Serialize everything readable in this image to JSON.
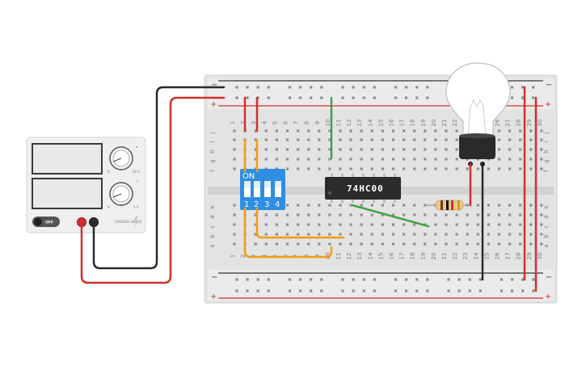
{
  "breadboard": {
    "rows_top": [
      "j",
      "i",
      "h",
      "g",
      "f"
    ],
    "rows_bottom": [
      "e",
      "d",
      "c",
      "b",
      "a"
    ],
    "columns_top": [
      "1",
      "2",
      "3",
      "4",
      "5",
      "6",
      "7",
      "8",
      "9",
      "10",
      "11",
      "12",
      "13",
      "14",
      "15",
      "16",
      "17",
      "18",
      "19",
      "20",
      "21",
      "22",
      "23",
      "24",
      "25",
      "26",
      "27",
      "28",
      "29",
      "30"
    ],
    "columns_bottom": [
      "1",
      "2",
      "3",
      "4",
      "5",
      "6",
      "7",
      "8",
      "9",
      "10",
      "11",
      "12",
      "13",
      "14",
      "15",
      "16",
      "17",
      "18",
      "19",
      "20",
      "21",
      "22",
      "23",
      "24",
      "25",
      "26",
      "27",
      "28",
      "29",
      "30"
    ],
    "rail_minus": "−",
    "rail_plus": "+"
  },
  "chip": {
    "label": "74HC00"
  },
  "dip_switch": {
    "on_label": "ON",
    "numbers": [
      "1",
      "2",
      "3",
      "4"
    ]
  },
  "power_supply": {
    "knob1_marks": {
      "top": "ᵿ",
      "left": "0",
      "right": "30 V"
    },
    "knob2_marks": {
      "top": "⏀",
      "left": "0",
      "right": "5 A"
    },
    "off_label": "OFF",
    "caption": "VOLTAGE SUPPLY"
  },
  "colors": {
    "wire_red": "#d32f2f",
    "wire_black": "#2a2a2a",
    "wire_green": "#43a047",
    "wire_orange": "#f39c12",
    "dip_blue": "#2f8de4",
    "chip_body": "#2b2b2b"
  }
}
